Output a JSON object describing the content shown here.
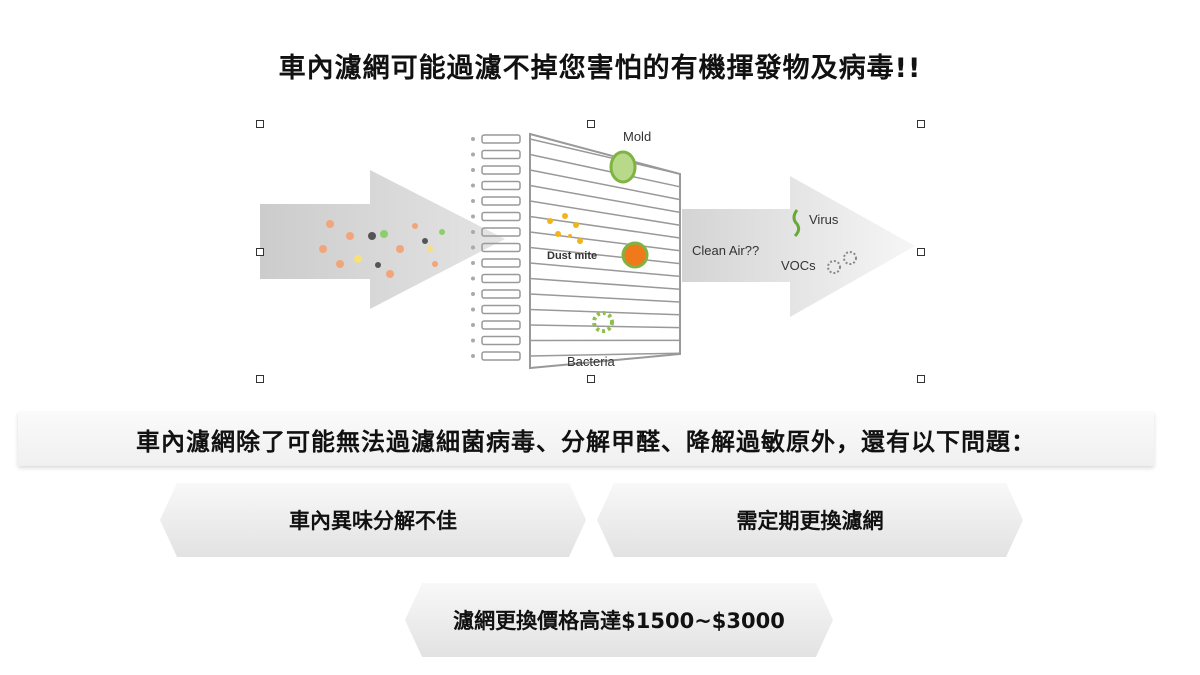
{
  "title": "車內濾網可能過濾不掉您害怕的有機揮發物及病毒!!",
  "diagram": {
    "labels": {
      "mold": "Mold",
      "dust_mite": "Dust mite",
      "bacteria": "Bacteria",
      "clean_air": "Clean Air??",
      "virus": "Virus",
      "vocs": "VOCs"
    }
  },
  "banner": "車內濾網除了可能無法過濾細菌病毒、分解甲醛、降解過敏原外，還有以下問題：",
  "problems": [
    "車內異味分解不佳",
    "需定期更換濾網",
    "濾網更換價格高達$1500~$3000"
  ]
}
